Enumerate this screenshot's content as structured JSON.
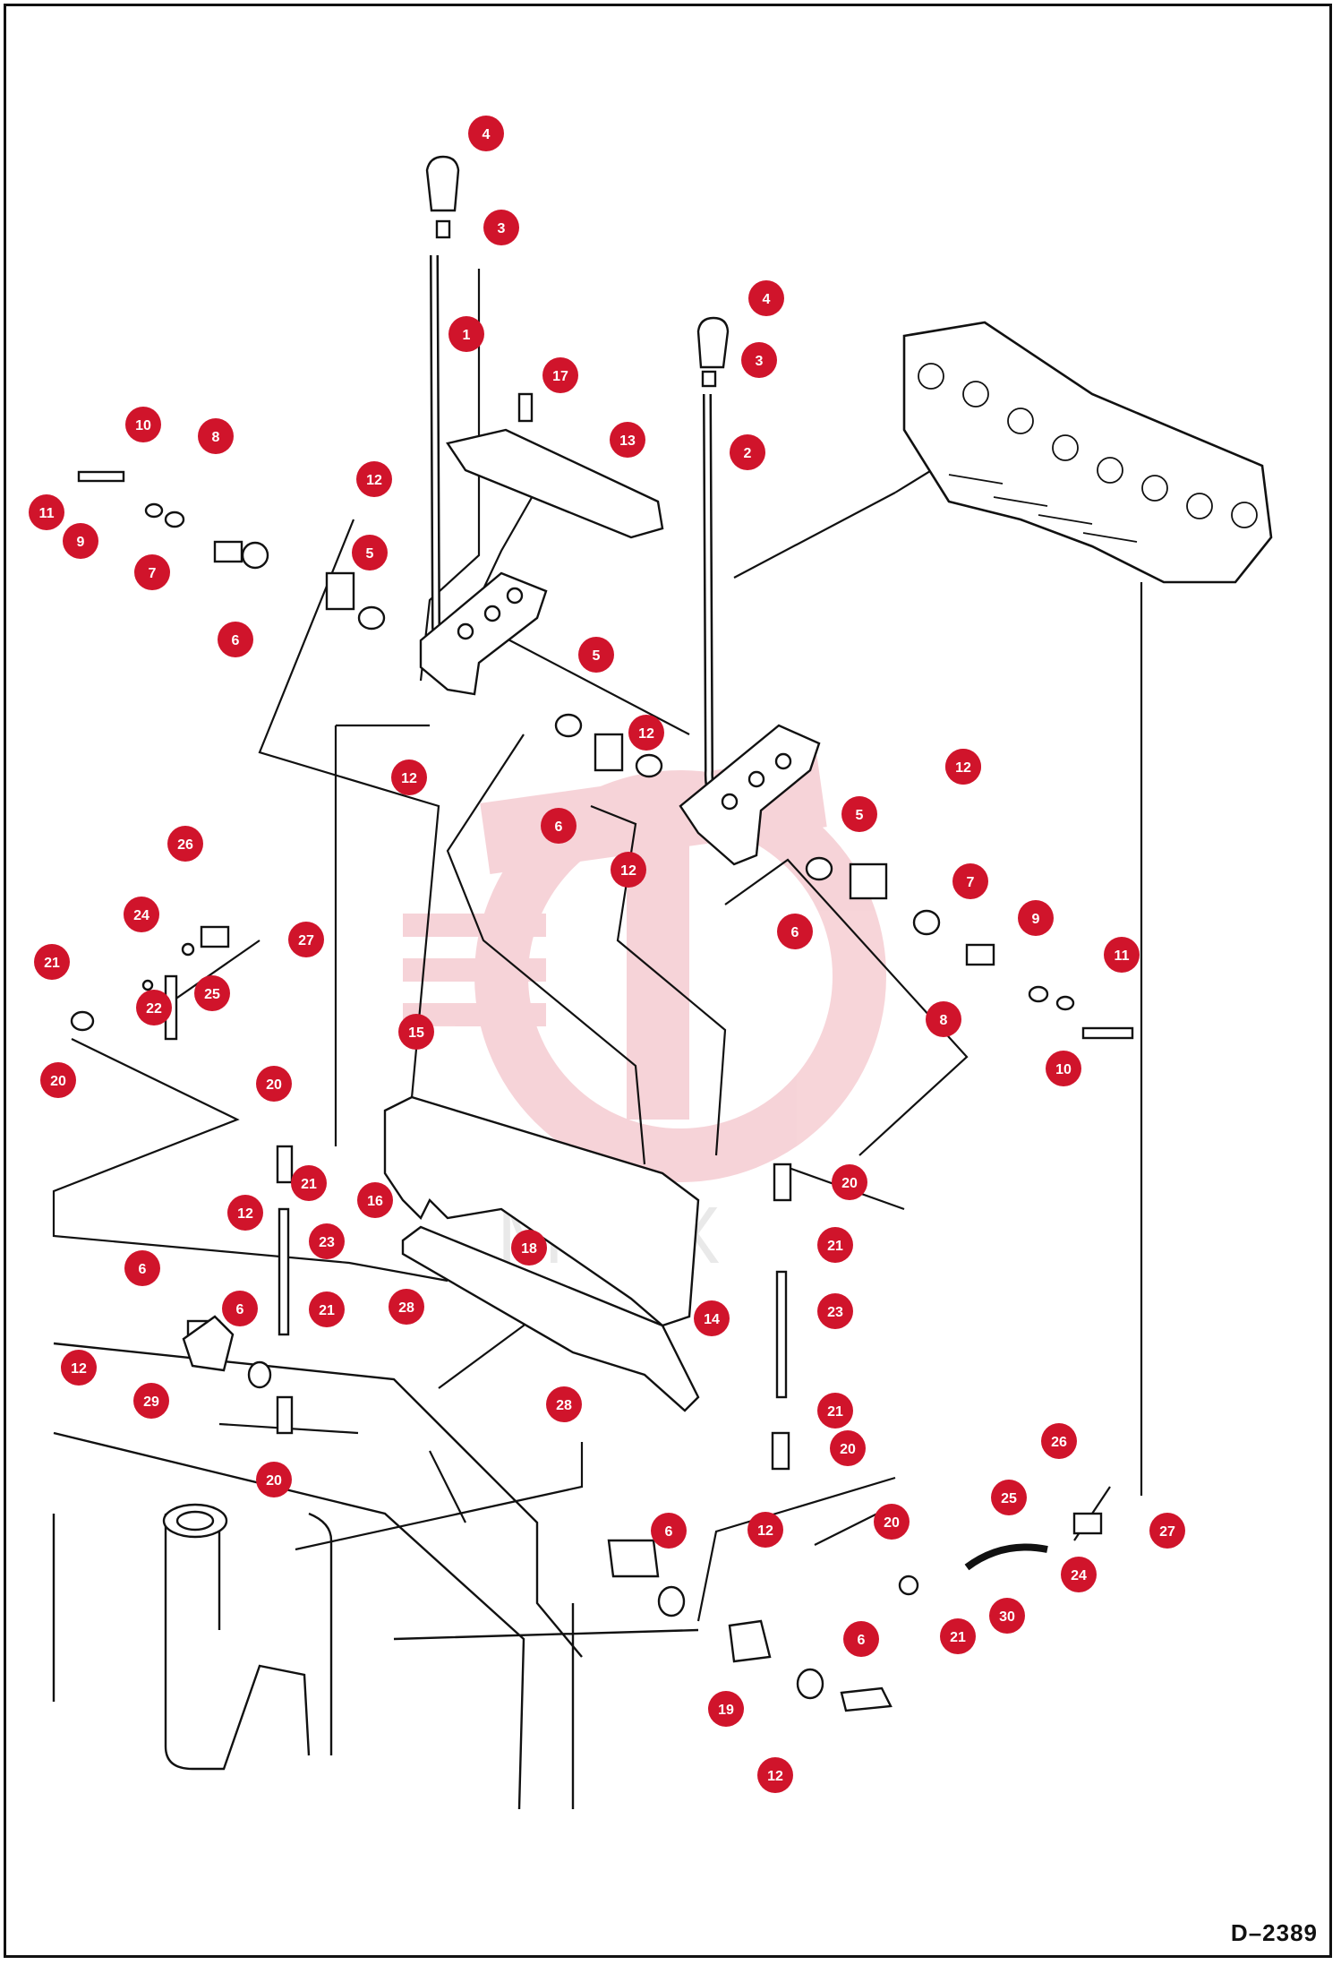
{
  "drawing_code": "D–2389",
  "watermark_text": "MTEX",
  "accent_color": "#d0142b",
  "line_color": "#111111",
  "callouts": [
    "4",
    "3",
    "1",
    "4",
    "3",
    "17",
    "13",
    "2",
    "10",
    "8",
    "12",
    "11",
    "9",
    "7",
    "5",
    "6",
    "5",
    "12",
    "12",
    "6",
    "12",
    "5",
    "12",
    "7",
    "9",
    "12",
    "6",
    "11",
    "8",
    "10",
    "26",
    "24",
    "27",
    "21",
    "22",
    "25",
    "20",
    "15",
    "20",
    "21",
    "20",
    "16",
    "12",
    "23",
    "18",
    "21",
    "14",
    "6",
    "28",
    "6",
    "12",
    "21",
    "23",
    "29",
    "20",
    "28",
    "21",
    "20",
    "26",
    "25",
    "27",
    "6",
    "12",
    "20",
    "24",
    "30",
    "21",
    "6",
    "19",
    "12"
  ]
}
